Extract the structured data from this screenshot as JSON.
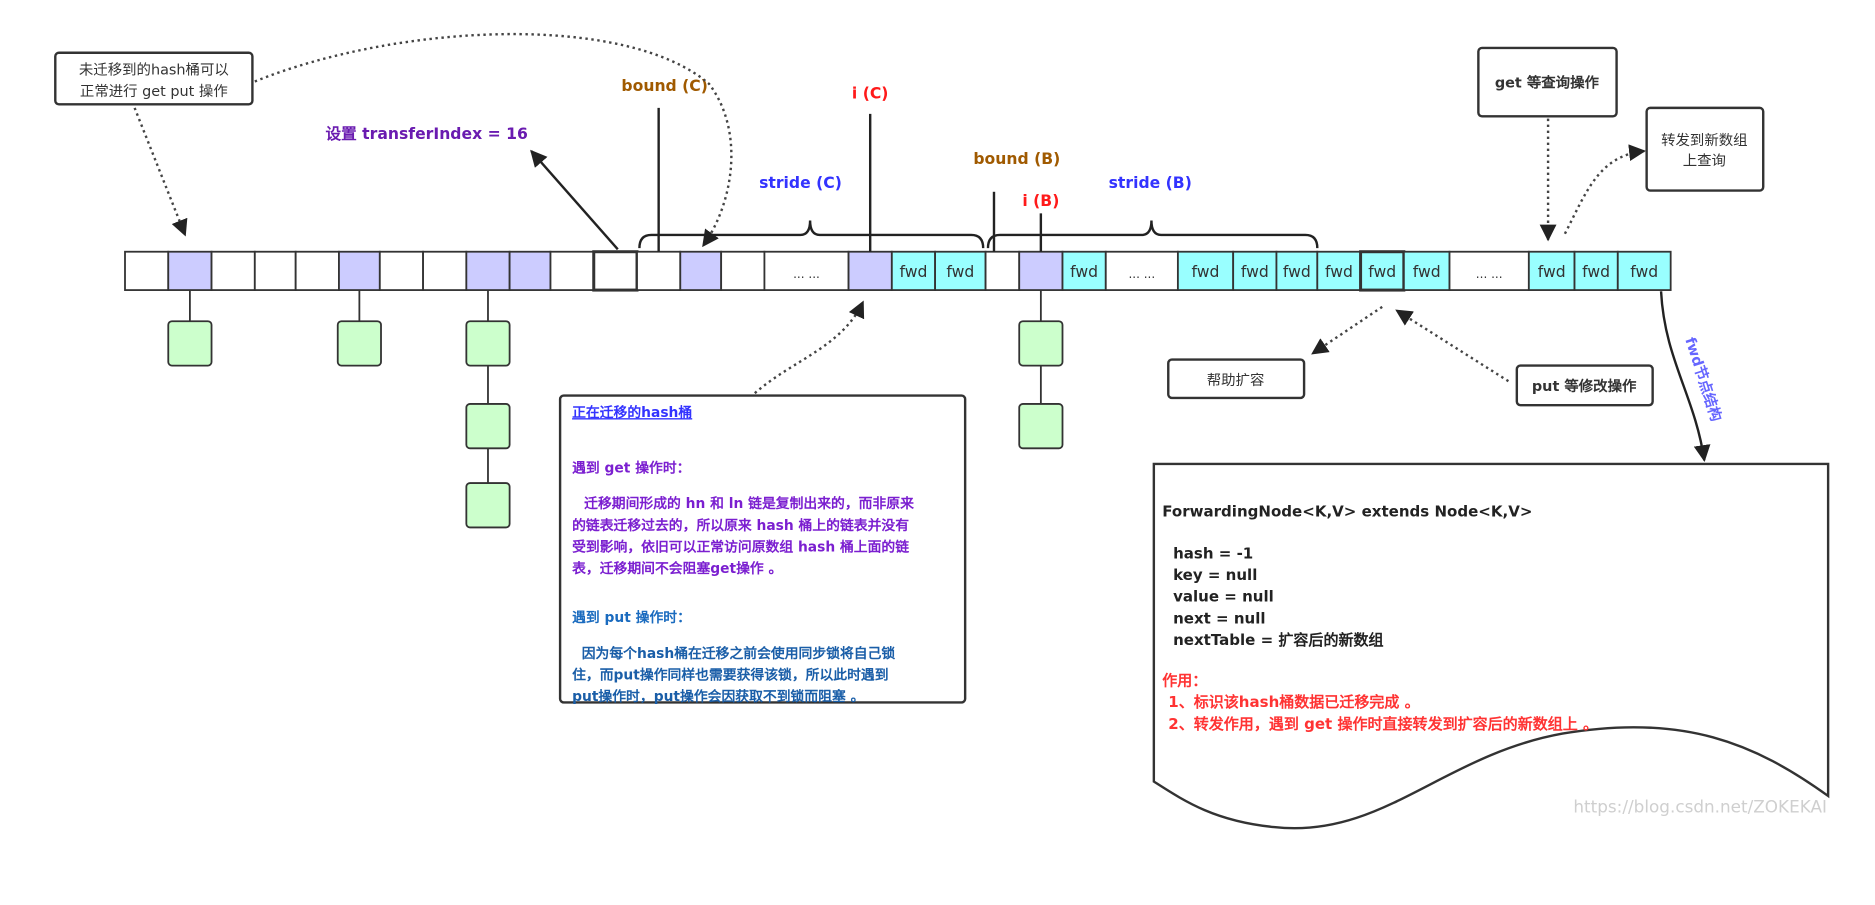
{
  "colors": {
    "empty": "#ffffff",
    "occupied": "#ccccff",
    "fwd": "#99ffff",
    "node": "#ccffcc",
    "bound": "#a05a00",
    "i": "#ff1a1a",
    "stride": "#3333ff",
    "transfer": "#6a1bb0",
    "note_get": "#7b1fd0",
    "note_put": "#1a6bbf",
    "red": "#ff3333"
  },
  "array_cells": [
    "empty",
    "occupied",
    "empty",
    "empty",
    "empty",
    "occupied",
    "empty",
    "empty",
    "occupied",
    "occupied",
    "empty",
    "empty",
    "empty",
    "occupied",
    "empty",
    "dots",
    "occupied",
    "fwd",
    "fwd",
    "empty",
    "occupied",
    "fwd",
    "dots",
    "fwd",
    "fwd",
    "fwd",
    "fwd",
    "fwd",
    "fwd",
    "dots",
    "fwd",
    "fwd",
    "fwd"
  ],
  "fwd_label": "fwd",
  "dots_label": "... ...",
  "labels": {
    "bound_c": "bound (C)",
    "i_c": "i (C)",
    "stride_c": "stride (C)",
    "bound_b": "bound (B)",
    "i_b": "i (B)",
    "stride_b": "stride (B)",
    "transfer_index": "设置 transferIndex = 16",
    "fwd_struct": "fwd节点结构"
  },
  "boxes": {
    "unmigrated": [
      "未迁移到的hash桶可以",
      "正常进行 get put 操作"
    ],
    "get_query": "get 等查询操作",
    "forward": [
      "转发到新数组",
      "上查询"
    ],
    "help_resize": "帮助扩容",
    "put_modify": "put 等修改操作"
  },
  "migrating_note": {
    "title": "正在迁移的hash桶",
    "get_heading": "遇到 get 操作时：",
    "get_body": [
      "迁移期间形成的 hn 和 ln 链是复制出来的，而非原来",
      "的链表迁移过去的，所以原来 hash 桶上的链表并没有",
      "受到影响，依旧可以正常访问原数组 hash 桶上面的链",
      "表，迁移期间不会阻塞get操作 。"
    ],
    "put_heading": "遇到 put 操作时：",
    "put_body": [
      "因为每个hash桶在迁移之前会使用同步锁将自己锁",
      "住，而put操作同样也需要获得该锁，所以此时遇到",
      "put操作时，put操作会因获取不到锁而阻塞 。"
    ]
  },
  "forwarding_node": {
    "signature": "ForwardingNode<K,V> extends Node<K,V>",
    "fields": [
      "hash = -1",
      "key = null",
      "value = null",
      "next = null",
      "nextTable = 扩容后的新数组"
    ],
    "purpose_heading": "作用：",
    "purposes": [
      "1、标识该hash桶数据已迁移完成 。",
      "2、转发作用，遇到 get 操作时直接转发到扩容后的新数组上 。"
    ]
  },
  "watermark": "https://blog.csdn.net/ZOKEKAI"
}
